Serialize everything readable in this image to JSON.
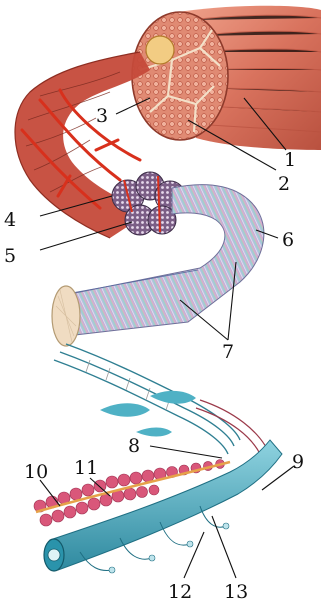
{
  "labels": {
    "l1": "1",
    "l2": "2",
    "l3": "3",
    "l4": "4",
    "l5": "5",
    "l6": "6",
    "l7": "7",
    "l8": "8",
    "l9": "9",
    "l10": "10",
    "l11": "11",
    "l12": "12",
    "l13": "13"
  },
  "colors": {
    "muscle": "#d9735e",
    "muscle_dark": "#b9513f",
    "muscle_light": "#ef9d86",
    "tendon": "#e6b36a",
    "vessel": "#c8331f",
    "fiber_pink": "#e6a3c4",
    "fiber_blue": "#9fb3db",
    "fiber_teal": "#7fc9c9",
    "filament": "#5fb8c9",
    "filament_dark": "#2b7f93",
    "bead": "#d9577a",
    "ink": "#111111"
  }
}
